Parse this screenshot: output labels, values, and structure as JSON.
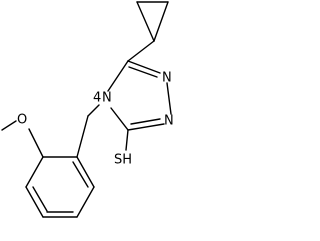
{
  "molecule": {
    "atoms": {
      "n_top": "N",
      "n_bottom": "N",
      "n_ring": "N",
      "n_locant": "4",
      "oxygen": "O",
      "thiol": "SH"
    }
  }
}
